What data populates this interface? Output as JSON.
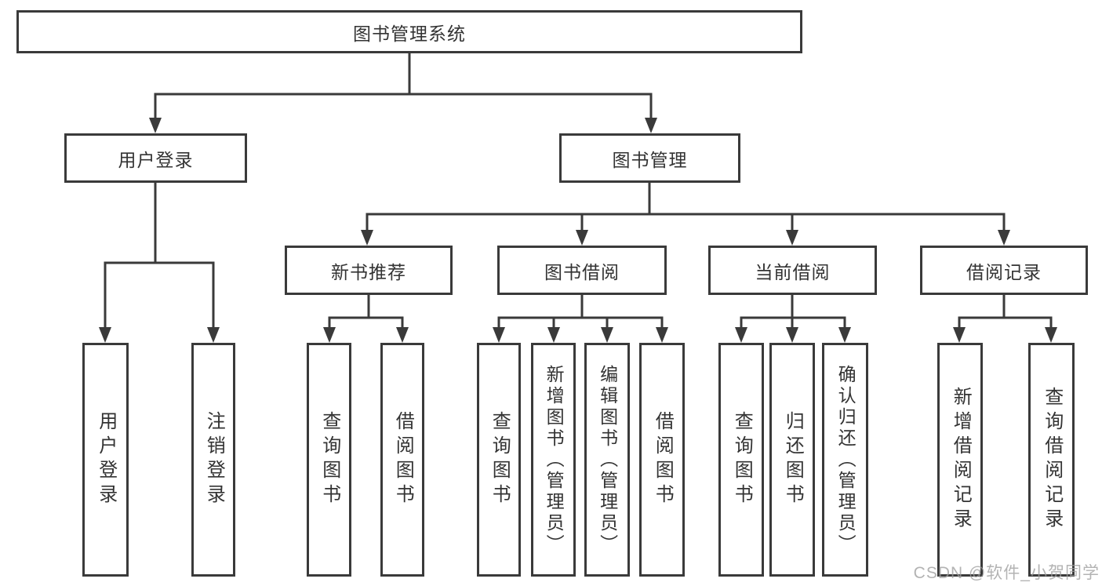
{
  "diagram": {
    "title": "图书管理系统",
    "root": {
      "label": "图书管理系统"
    },
    "level2": [
      {
        "label": "用户登录"
      },
      {
        "label": "图书管理"
      }
    ],
    "level3": [
      {
        "label": "新书推荐"
      },
      {
        "label": "图书借阅"
      },
      {
        "label": "当前借阅"
      },
      {
        "label": "借阅记录"
      }
    ],
    "leaves": [
      {
        "label": "用户登录"
      },
      {
        "label": "注销登录"
      },
      {
        "label": "查询图书"
      },
      {
        "label": "借阅图书"
      },
      {
        "label": "查询图书"
      },
      {
        "label": "新增图书（管理员）"
      },
      {
        "label": "编辑图书（管理员）"
      },
      {
        "label": "借阅图书"
      },
      {
        "label": "查询图书"
      },
      {
        "label": "归还图书"
      },
      {
        "label": "确认归还（管理员）"
      },
      {
        "label": "新增借阅记录"
      },
      {
        "label": "查询借阅记录"
      }
    ]
  },
  "watermark": {
    "text": "CSDN @软件_小贺同学"
  },
  "colors": {
    "line": "#3a3a3a",
    "text": "#333333",
    "background": "#ffffff",
    "watermark": "#9e9e9e"
  }
}
